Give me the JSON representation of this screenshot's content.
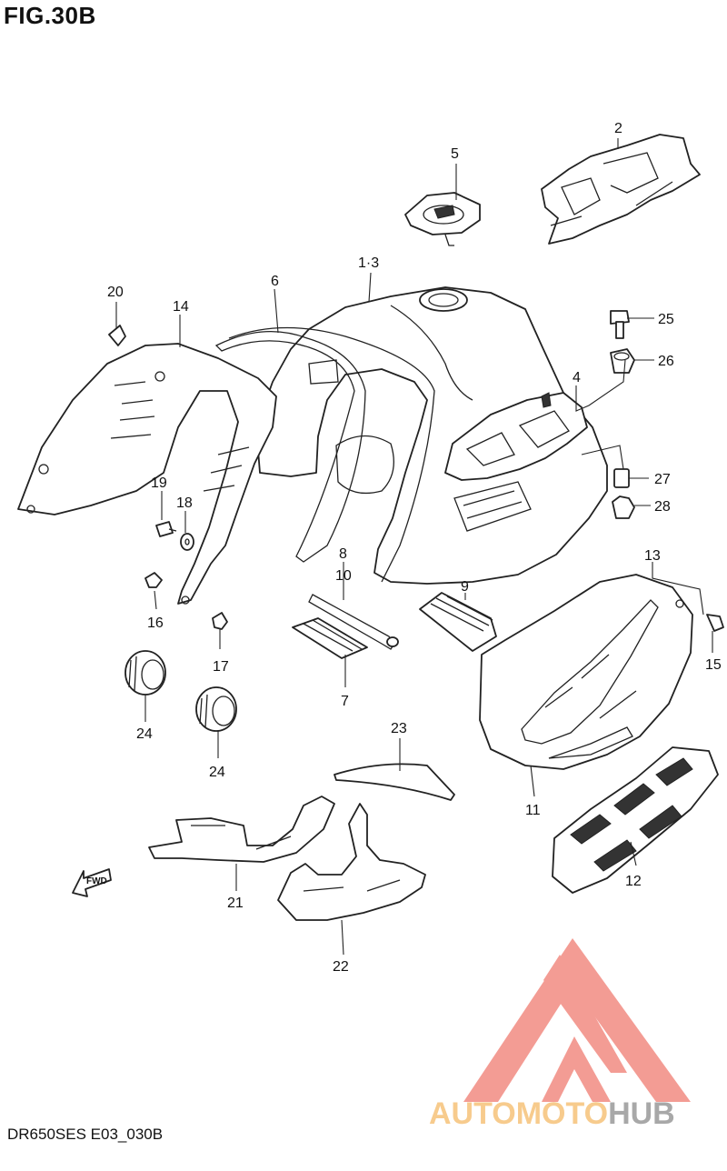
{
  "figure": {
    "title": "FIG.30B",
    "footer_code": "DR650SES E03_030B"
  },
  "callouts": [
    "2",
    "5",
    "1·3",
    "6",
    "20",
    "14",
    "25",
    "26",
    "4",
    "27",
    "28",
    "19",
    "18",
    "16",
    "17",
    "8",
    "10",
    "9",
    "13",
    "15",
    "7",
    "24",
    "24",
    "23",
    "11",
    "12",
    "21",
    "22"
  ],
  "fwd_label": "FWD",
  "watermark": {
    "word_a": "AUTOMOTO",
    "word_b": "HUB",
    "colors": {
      "logo": "#f28b82",
      "word_a": "#f6c27a",
      "word_b": "#9a9a9a"
    }
  }
}
